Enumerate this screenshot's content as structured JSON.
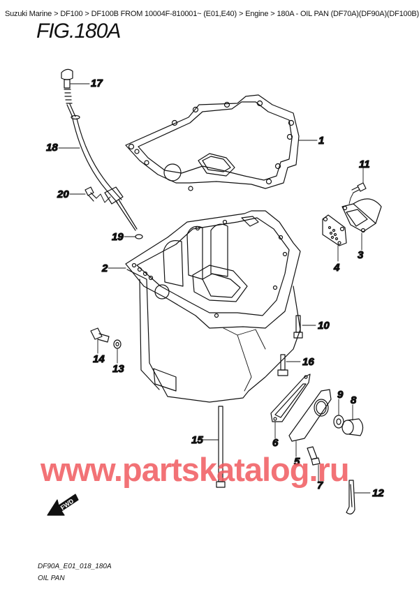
{
  "breadcrumb": {
    "items": [
      "Suzuki Marine",
      "DF100",
      "DF100B FROM 10004F-810001~ (E01,E40)",
      "Engine",
      "180A - OIL PAN (DF70A)(DF90A)(DF100B)"
    ],
    "separator": ">"
  },
  "figure": {
    "title": "FIG.180A",
    "code": "DF90A_E01_018_180A",
    "name": "OIL PAN",
    "fwd_label": "FWD"
  },
  "watermark": "www.partskatalog.ru",
  "colors": {
    "line": "#111111",
    "watermark": "#f05a5f",
    "background": "#ffffff"
  },
  "parts": [
    {
      "number": "1",
      "name": "oil-pan-gasket"
    },
    {
      "number": "2",
      "name": "oil-pan"
    },
    {
      "number": "3",
      "name": "cover"
    },
    {
      "number": "4",
      "name": "gasket"
    },
    {
      "number": "5",
      "name": "drain-cover"
    },
    {
      "number": "6",
      "name": "drain-cover-gasket"
    },
    {
      "number": "7",
      "name": "bolt"
    },
    {
      "number": "8",
      "name": "drain-plug"
    },
    {
      "number": "9",
      "name": "gasket"
    },
    {
      "number": "10",
      "name": "bolt"
    },
    {
      "number": "11",
      "name": "bolt"
    },
    {
      "number": "12",
      "name": "clip"
    },
    {
      "number": "13",
      "name": "washer"
    },
    {
      "number": "14",
      "name": "plug"
    },
    {
      "number": "15",
      "name": "bolt"
    },
    {
      "number": "16",
      "name": "bolt"
    },
    {
      "number": "17",
      "name": "oil-level-gauge"
    },
    {
      "number": "18",
      "name": "oil-level-guide"
    },
    {
      "number": "19",
      "name": "o-ring"
    },
    {
      "number": "20",
      "name": "bolt"
    }
  ]
}
